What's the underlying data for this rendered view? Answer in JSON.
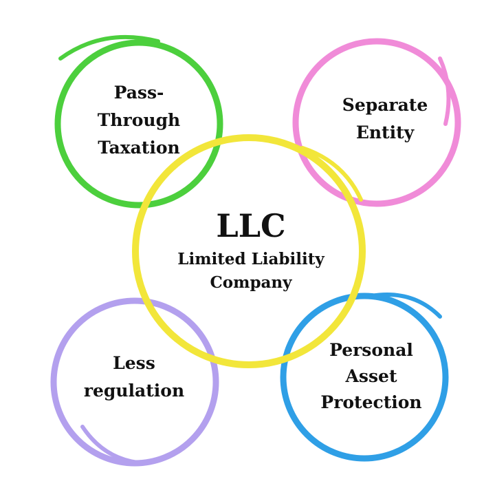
{
  "center": {
    "title": "LLC",
    "subtitle_lines": [
      "Limited Liability",
      "Company"
    ]
  },
  "nodes": {
    "green": {
      "lines": [
        "Pass-",
        "Through",
        "Taxation"
      ]
    },
    "pink": {
      "lines": [
        "Separate",
        "Entity"
      ]
    },
    "purple": {
      "lines": [
        "Less",
        "regulation"
      ]
    },
    "blue": {
      "lines": [
        "Personal",
        "Asset",
        "Protection"
      ]
    }
  },
  "colors": {
    "center_ring": "#f2e63a",
    "green_ring": "#4ccf3d",
    "pink_ring": "#f08bd8",
    "purple_ring": "#b3a0ee",
    "blue_ring": "#2f9fe6",
    "text": "#111111"
  }
}
